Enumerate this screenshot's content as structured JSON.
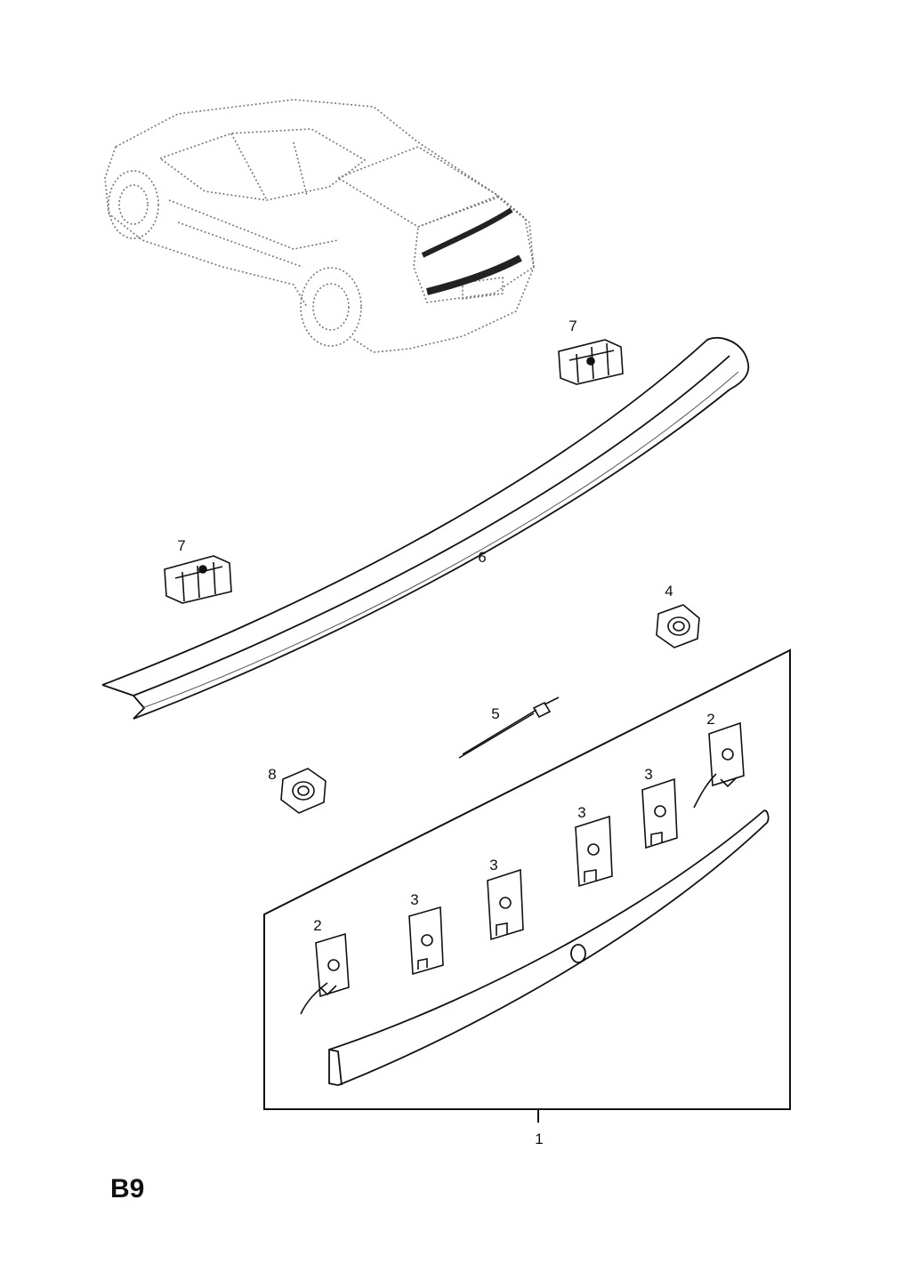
{
  "callouts": {
    "c1": "1",
    "c2a": "2",
    "c2b": "2",
    "c3a": "3",
    "c3b": "3",
    "c3c": "3",
    "c3d": "3",
    "c4": "4",
    "c5": "5",
    "c6": "6",
    "c7a": "7",
    "c7b": "7",
    "c8": "8"
  },
  "page_code": "B9",
  "colors": {
    "ink": "#111111",
    "dotted": "#777777",
    "highlight": "#222222"
  }
}
